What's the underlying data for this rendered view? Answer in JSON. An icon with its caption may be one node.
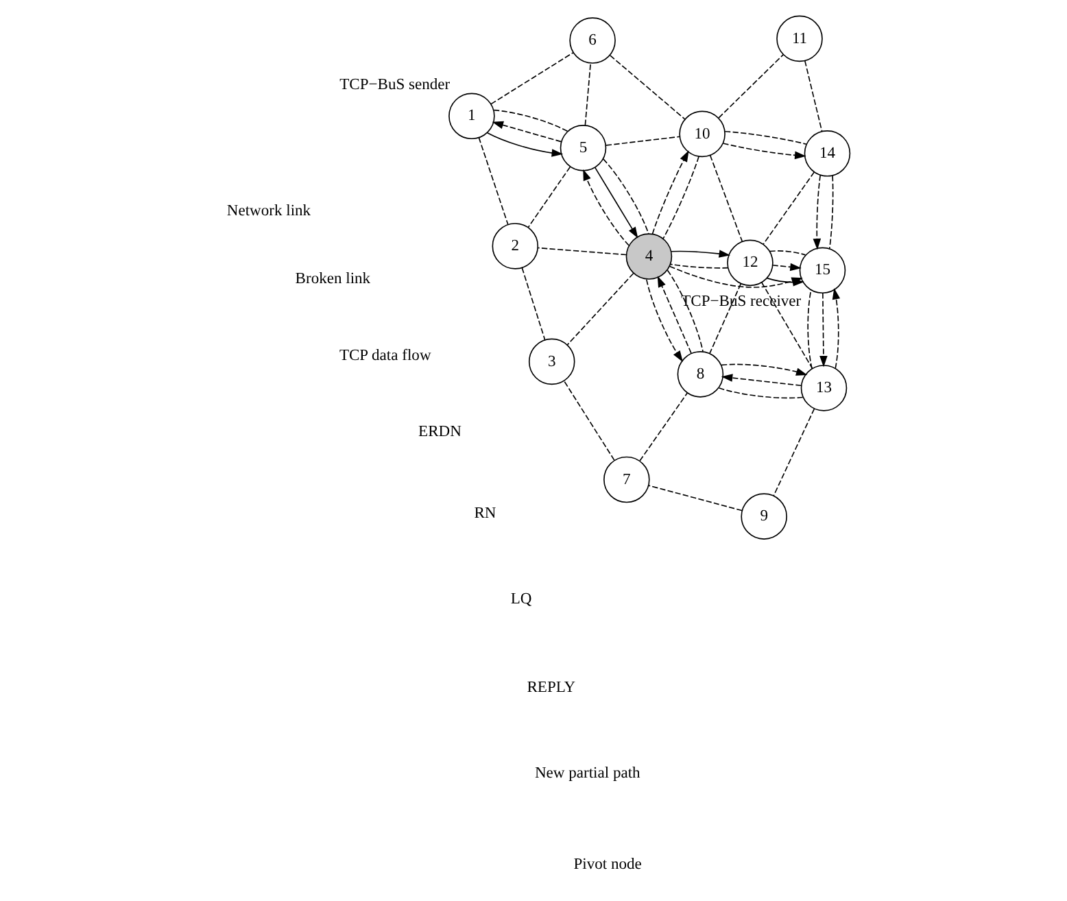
{
  "diagram": {
    "nodes": [
      {
        "text": [
          "1"
        ],
        "beside": [
          "TCP−BuS sender"
        ]
      },
      {
        "text": [
          "2"
        ]
      },
      {
        "text": [
          "3"
        ]
      },
      {
        "text": [
          "4"
        ]
      },
      {
        "text": [
          "5"
        ]
      },
      {
        "text": [
          "6"
        ]
      },
      {
        "text": [
          "7"
        ]
      },
      {
        "text": [
          "8"
        ]
      },
      {
        "text": [
          "9"
        ]
      },
      {
        "text": [
          "10"
        ]
      },
      {
        "text": [
          "11"
        ]
      },
      {
        "text": [
          "12"
        ]
      },
      {
        "text": [
          "13"
        ]
      },
      {
        "text": [
          "14"
        ]
      },
      {
        "text": [
          "15"
        ],
        "beside": [
          "TCP−BuS receiver"
        ]
      }
    ],
    "edges": [
      {
        "from": 0,
        "to": 4,
        "arrow": "none",
        "style": "dashed"
      },
      {
        "from": 0,
        "to": 5,
        "arrow": "none",
        "style": "dashed"
      },
      {
        "from": 0,
        "to": 1,
        "arrow": "none",
        "style": "dashed"
      },
      {
        "from": 4,
        "to": 5,
        "arrow": "none",
        "style": "dashed"
      },
      {
        "from": 4,
        "to": 9,
        "arrow": "none",
        "style": "dashed"
      },
      {
        "from": 4,
        "to": 1,
        "arrow": "none",
        "style": "dashed"
      },
      {
        "from": 4,
        "to": 3,
        "arrow": "none",
        "style": "dashed"
      },
      {
        "from": 5,
        "to": 9,
        "arrow": "none",
        "style": "dashed"
      },
      {
        "from": 9,
        "to": 10,
        "arrow": "none",
        "style": "dashed"
      },
      {
        "from": 9,
        "to": 11,
        "arrow": "none",
        "style": "dashed"
      },
      {
        "from": 9,
        "to": 13,
        "arrow": "none",
        "style": "dashed"
      },
      {
        "from": 9,
        "to": 3,
        "arrow": "none",
        "style": "dashed"
      },
      {
        "from": 10,
        "to": 13,
        "arrow": "none",
        "style": "dashed"
      },
      {
        "from": 13,
        "to": 14,
        "arrow": "none",
        "style": "dashed"
      },
      {
        "from": 13,
        "to": 11,
        "arrow": "none",
        "style": "dashed"
      },
      {
        "from": 11,
        "to": 14,
        "arrow": "none",
        "style": "dashed"
      },
      {
        "from": 11,
        "to": 12,
        "arrow": "none",
        "style": "dashed"
      },
      {
        "from": 11,
        "to": 7,
        "arrow": "none",
        "style": "dashed"
      },
      {
        "from": 11,
        "to": 3,
        "arrow": "none",
        "style": "dashed"
      },
      {
        "from": 12,
        "to": 14,
        "arrow": "none",
        "style": "dashed"
      },
      {
        "from": 12,
        "to": 7,
        "arrow": "none",
        "style": "dashed"
      },
      {
        "from": 12,
        "to": 8,
        "arrow": "none",
        "style": "dashed"
      },
      {
        "from": 8,
        "to": 6,
        "arrow": "none",
        "style": "dashed"
      },
      {
        "from": 6,
        "to": 7,
        "arrow": "none",
        "style": "dashed"
      },
      {
        "from": 6,
        "to": 2,
        "arrow": "none",
        "style": "dashed"
      },
      {
        "from": 3,
        "to": 7,
        "arrow": "none",
        "style": "dashed"
      },
      {
        "from": 3,
        "to": 1,
        "arrow": "none",
        "style": "dashed"
      },
      {
        "from": 3,
        "to": 2,
        "arrow": "none",
        "style": "dashed"
      },
      {
        "from": 1,
        "to": 2,
        "arrow": "none",
        "style": "dashed"
      },
      {
        "from": 0,
        "to": 4,
        "arrow": "to"
      },
      {
        "from": 4,
        "to": 3,
        "arrow": "to"
      },
      {
        "from": 3,
        "to": 11,
        "arrow": "to"
      },
      {
        "from": 11,
        "to": 14,
        "arrow": "to"
      },
      {
        "from": 4,
        "to": 0,
        "arrow": "to",
        "style": "dashed"
      },
      {
        "from": 3,
        "to": 4,
        "arrow": "to",
        "style": "dashed"
      },
      {
        "from": 11,
        "to": 14,
        "arrow": "to",
        "style": "dashed"
      },
      {
        "from": 3,
        "to": 14,
        "arrow": "to",
        "style": "dashed"
      },
      {
        "from": 3,
        "to": 9,
        "arrow": "to",
        "style": "dashed"
      },
      {
        "from": 9,
        "to": 13,
        "arrow": "to",
        "style": "dashed"
      },
      {
        "from": 13,
        "to": 14,
        "arrow": "to",
        "style": "dashed"
      },
      {
        "from": 3,
        "to": 7,
        "arrow": "to",
        "style": "dashed"
      },
      {
        "from": 7,
        "to": 12,
        "arrow": "to",
        "style": "dashed"
      },
      {
        "from": 12,
        "to": 14,
        "arrow": "to",
        "style": "dashed"
      },
      {
        "from": 14,
        "to": 12,
        "arrow": "to",
        "style": "dashed"
      },
      {
        "from": 12,
        "to": 7,
        "arrow": "to",
        "style": "dashed"
      },
      {
        "from": 7,
        "to": 3,
        "arrow": "to",
        "style": "dashed"
      }
    ],
    "legend": [
      {
        "text": "Network link"
      },
      {
        "text": "Broken link"
      },
      {
        "text": "TCP data flow"
      },
      {
        "text": "ERDN"
      },
      {
        "text": "RN"
      },
      {
        "text": "LQ"
      },
      {
        "text": "REPLY"
      },
      {
        "text": "New partial path"
      },
      {
        "text": "Pivot node"
      }
    ]
  }
}
